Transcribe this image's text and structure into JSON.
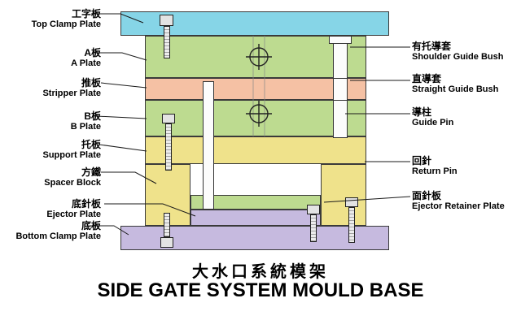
{
  "title": {
    "zh": "大水口系統模架",
    "en": "SIDE GATE SYSTEM MOULD BASE"
  },
  "left_labels": [
    {
      "zh": "工字板",
      "en": "Top Clamp Plate"
    },
    {
      "zh": "A板",
      "en": "A Plate"
    },
    {
      "zh": "推板",
      "en": "Stripper Plate"
    },
    {
      "zh": "B板",
      "en": "B Plate"
    },
    {
      "zh": "托板",
      "en": "Support Plate"
    },
    {
      "zh": "方鐵",
      "en": "Spacer Block"
    },
    {
      "zh": "底針板",
      "en": "Ejector Plate"
    },
    {
      "zh": "底板",
      "en": "Bottom Clamp Plate"
    }
  ],
  "right_labels": [
    {
      "zh": "有托導套",
      "en": "Shoulder Guide Bush"
    },
    {
      "zh": "直導套",
      "en": "Straight Guide Bush"
    },
    {
      "zh": "導柱",
      "en": "Guide Pin"
    },
    {
      "zh": "回針",
      "en": "Return Pin"
    },
    {
      "zh": "面針板",
      "en": "Ejector Retainer Plate"
    }
  ],
  "colors": {
    "top_clamp_plate": "#86d5e7",
    "a_plate": "#bddb90",
    "stripper_plate": "#f5c1a4",
    "b_plate": "#bddb90",
    "support_plate": "#efe28b",
    "spacer_block": "#efe28b",
    "ejector_retainer_plate": "#bddb90",
    "ejector_plate": "#c6badf",
    "bottom_clamp_plate": "#c6badf",
    "line": "#1a1a1a"
  }
}
